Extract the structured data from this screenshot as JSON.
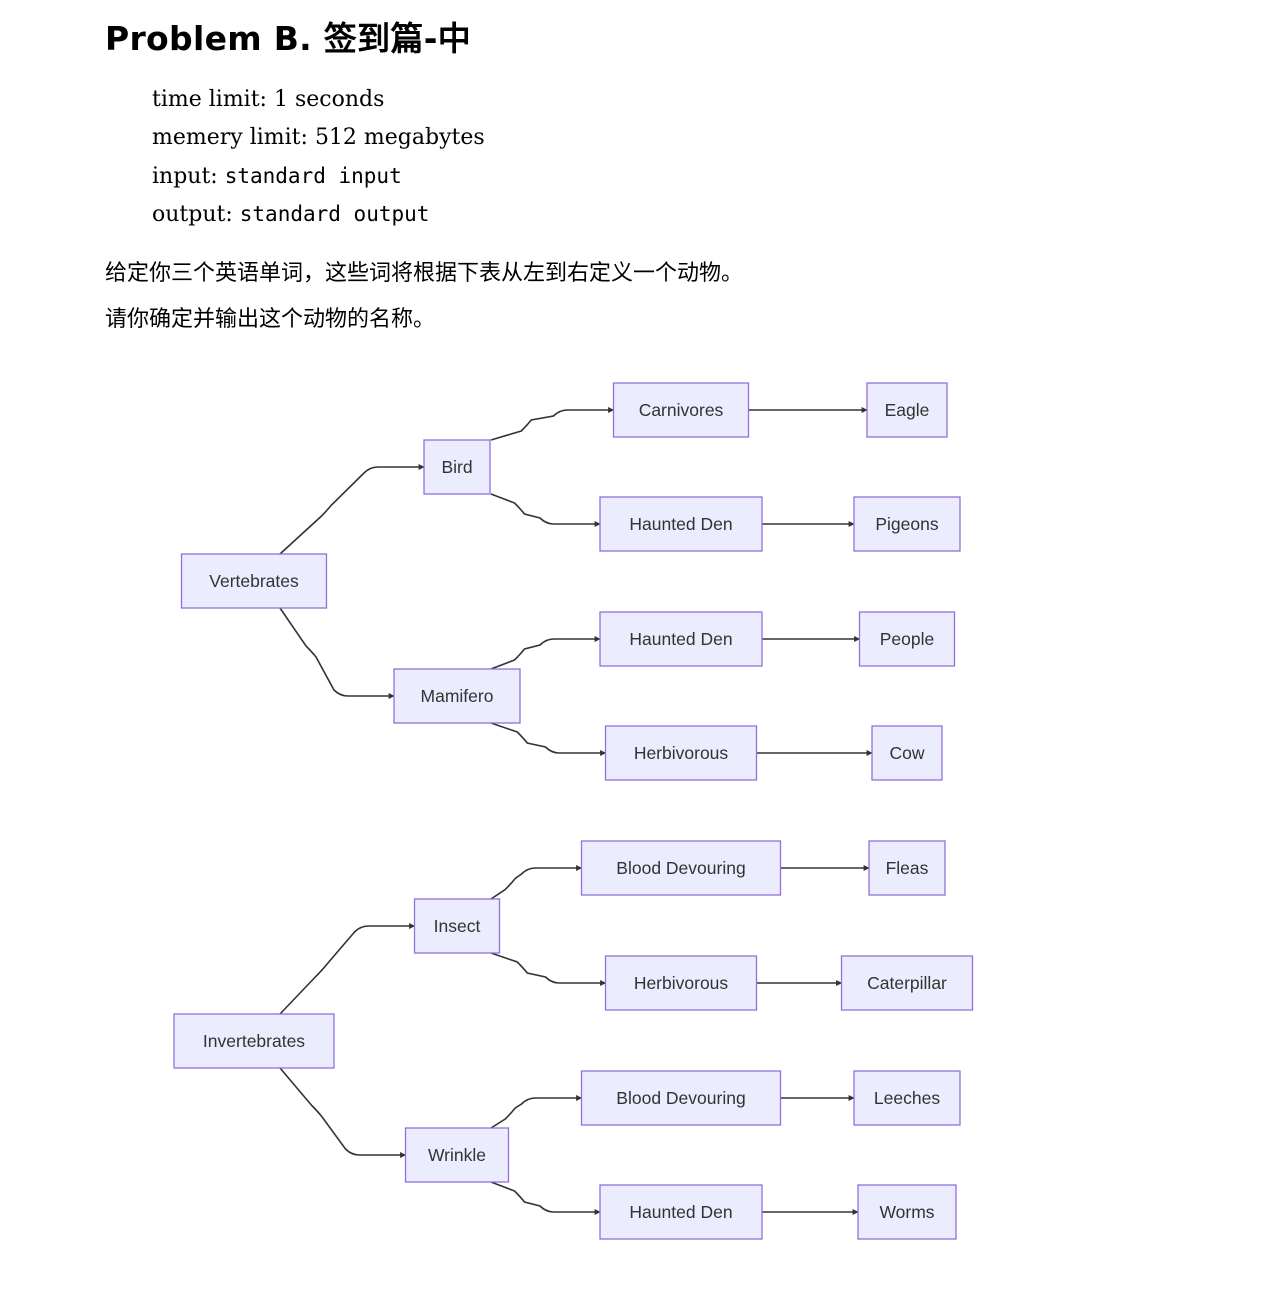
{
  "problem": {
    "title": "Problem B. 签到篇-中",
    "limits": {
      "time_label": "time limit:",
      "time_value": "1 seconds",
      "memory_label": "memery limit:",
      "memory_value": "512 megabytes",
      "input_label": "input:",
      "input_value": "standard input",
      "output_label": "output:",
      "output_value": "standard output"
    },
    "statement": [
      "给定你三个英语单词，这些词将根据下表从左到右定义一个动物。",
      "请你确定并输出这个动物的名称。"
    ]
  },
  "diagram": {
    "colors": {
      "node_fill": "#ECECFF",
      "node_border": "#9370DB",
      "edge": "#333333",
      "text": "#333333"
    },
    "nodes": {
      "vertebrates": "Vertebrates",
      "bird": "Bird",
      "bird_carnivores": "Carnivores",
      "eagle": "Eagle",
      "bird_haunted_den": "Haunted Den",
      "pigeons": "Pigeons",
      "mamifero": "Mamifero",
      "mamifero_haunted_den": "Haunted Den",
      "people": "People",
      "mamifero_herbivorous": "Herbivorous",
      "cow": "Cow",
      "invertebrates": "Invertebrates",
      "insect": "Insect",
      "insect_blood_devouring": "Blood Devouring",
      "fleas": "Fleas",
      "insect_herbivorous": "Herbivorous",
      "caterpillar": "Caterpillar",
      "wrinkle": "Wrinkle",
      "wrinkle_blood_devouring": "Blood Devouring",
      "leeches": "Leeches",
      "wrinkle_haunted_den": "Haunted Den",
      "worms": "Worms"
    },
    "edges": [
      [
        "vertebrates",
        "bird"
      ],
      [
        "vertebrates",
        "mamifero"
      ],
      [
        "bird",
        "bird_carnivores"
      ],
      [
        "bird",
        "bird_haunted_den"
      ],
      [
        "bird_carnivores",
        "eagle"
      ],
      [
        "bird_haunted_den",
        "pigeons"
      ],
      [
        "mamifero",
        "mamifero_haunted_den"
      ],
      [
        "mamifero",
        "mamifero_herbivorous"
      ],
      [
        "mamifero_haunted_den",
        "people"
      ],
      [
        "mamifero_herbivorous",
        "cow"
      ],
      [
        "invertebrates",
        "insect"
      ],
      [
        "invertebrates",
        "wrinkle"
      ],
      [
        "insect",
        "insect_blood_devouring"
      ],
      [
        "insect",
        "insect_herbivorous"
      ],
      [
        "insect_blood_devouring",
        "fleas"
      ],
      [
        "insect_herbivorous",
        "caterpillar"
      ],
      [
        "wrinkle",
        "wrinkle_blood_devouring"
      ],
      [
        "wrinkle",
        "wrinkle_haunted_den"
      ],
      [
        "wrinkle_blood_devouring",
        "leeches"
      ],
      [
        "wrinkle_haunted_den",
        "worms"
      ]
    ]
  }
}
